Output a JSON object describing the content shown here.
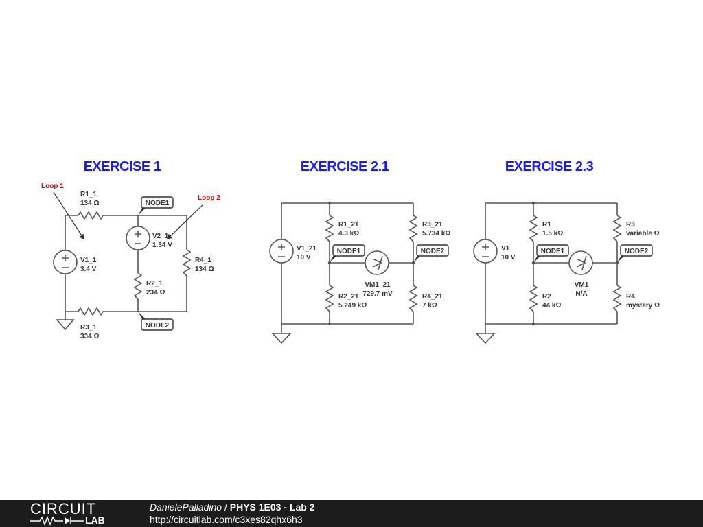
{
  "exercises": [
    {
      "title": "EXERCISE 1",
      "loops": [
        "Loop 1",
        "Loop 2"
      ],
      "nodes": [
        "NODE1",
        "NODE2"
      ],
      "components": {
        "r1": {
          "name": "R1_1",
          "value": "134 Ω"
        },
        "v2": {
          "name": "V2_1",
          "value": "1.34 V"
        },
        "v1": {
          "name": "V1_1",
          "value": "3.4 V"
        },
        "r2": {
          "name": "R2_1",
          "value": "234 Ω"
        },
        "r4": {
          "name": "R4_1",
          "value": "134 Ω"
        },
        "r3": {
          "name": "R3_1",
          "value": "334 Ω"
        }
      }
    },
    {
      "title": "EXERCISE 2.1",
      "nodes": [
        "NODE1",
        "NODE2"
      ],
      "components": {
        "v1": {
          "name": "V1_21",
          "value": "10 V"
        },
        "r1": {
          "name": "R1_21",
          "value": "4.3 kΩ"
        },
        "r3": {
          "name": "R3_21",
          "value": "5.734 kΩ"
        },
        "vm": {
          "name": "VM1_21",
          "value": "729.7 mV"
        },
        "r2": {
          "name": "R2_21",
          "value": "5.249 kΩ"
        },
        "r4": {
          "name": "R4_21",
          "value": "7 kΩ"
        }
      }
    },
    {
      "title": "EXERCISE 2.3",
      "nodes": [
        "NODE1",
        "NODE2"
      ],
      "components": {
        "v1": {
          "name": "V1",
          "value": "10 V"
        },
        "r1": {
          "name": "R1",
          "value": "1.5 kΩ"
        },
        "r3": {
          "name": "R3",
          "value": "variable Ω"
        },
        "vm": {
          "name": "VM1",
          "value": "N/A"
        },
        "r2": {
          "name": "R2",
          "value": "44 kΩ"
        },
        "r4": {
          "name": "R4",
          "value": "mystery Ω"
        }
      }
    }
  ],
  "footer": {
    "logo_top": "CIRCUIT",
    "logo_bottom": "LAB",
    "author": "DanielePalladino",
    "separator": " / ",
    "project": "PHYS 1E03 - Lab 2",
    "url": "http://circuitlab.com/c3xes82qhx6h3"
  }
}
